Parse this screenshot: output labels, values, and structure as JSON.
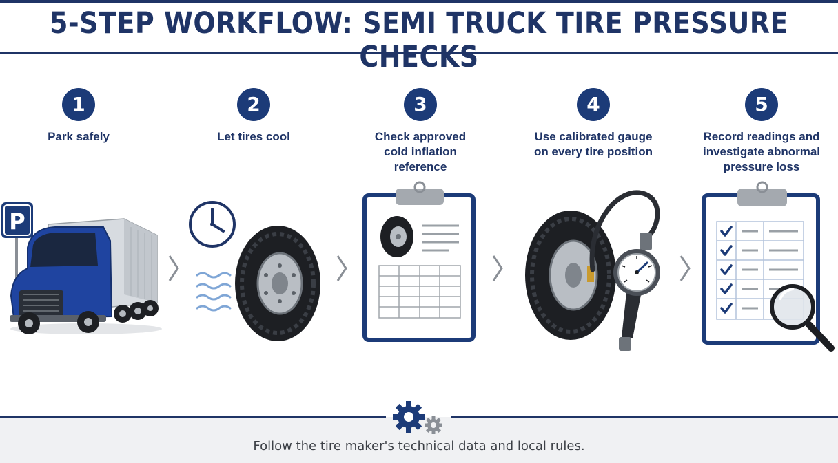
{
  "title": "5-STEP WORKFLOW: SEMI TRUCK TIRE PRESSURE CHECKS",
  "steps": [
    {
      "number": "1",
      "label": "Park safely"
    },
    {
      "number": "2",
      "label": "Let tires cool"
    },
    {
      "number": "3",
      "label": "Check approved\ncold inflation\nreference"
    },
    {
      "number": "4",
      "label": "Use calibrated gauge\non every tire position"
    },
    {
      "number": "5",
      "label": "Record readings and\ninvestigate abnormal\npressure loss"
    }
  ],
  "parking_sign": "P",
  "footer": "Follow the tire maker's technical data and local rules.",
  "colors": {
    "navy": "#1f3466",
    "truck_blue": "#1f44a0",
    "light_blue": "#7fa6d6",
    "gray": "#9aa0a6"
  }
}
